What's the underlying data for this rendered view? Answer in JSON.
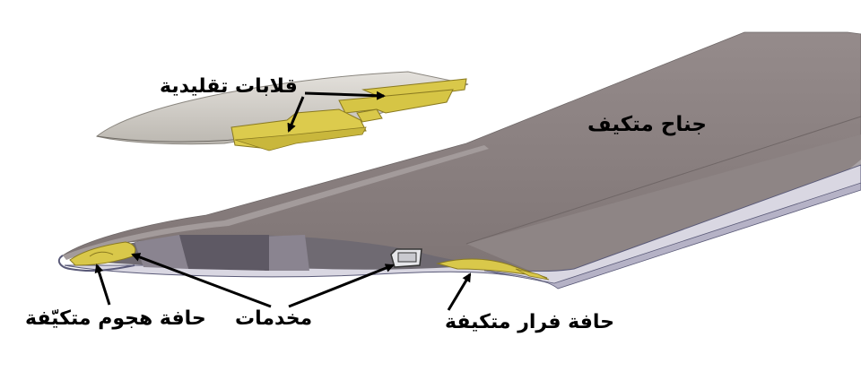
{
  "labels": {
    "conventional_flaps": "قلابات تقليدية",
    "adaptive_wing": "جناح متكيف",
    "adaptive_leading_edge": "حافة هجوم متكيّفة",
    "actuators": "مخدمات",
    "adaptive_trailing_edge": "حافة فرار متكيفة"
  },
  "colors": {
    "wing_top": "#8a8080",
    "wing_top_dark": "#7c7272",
    "wing_edge": "#b9b7c7",
    "wing_underside": "#d8d6e2",
    "skin_outline": "#5a5a78",
    "flap_yellow": "#d9c84a",
    "flap_outline": "#8a7a20",
    "conventional_wing": "#cfcbc4"
  }
}
